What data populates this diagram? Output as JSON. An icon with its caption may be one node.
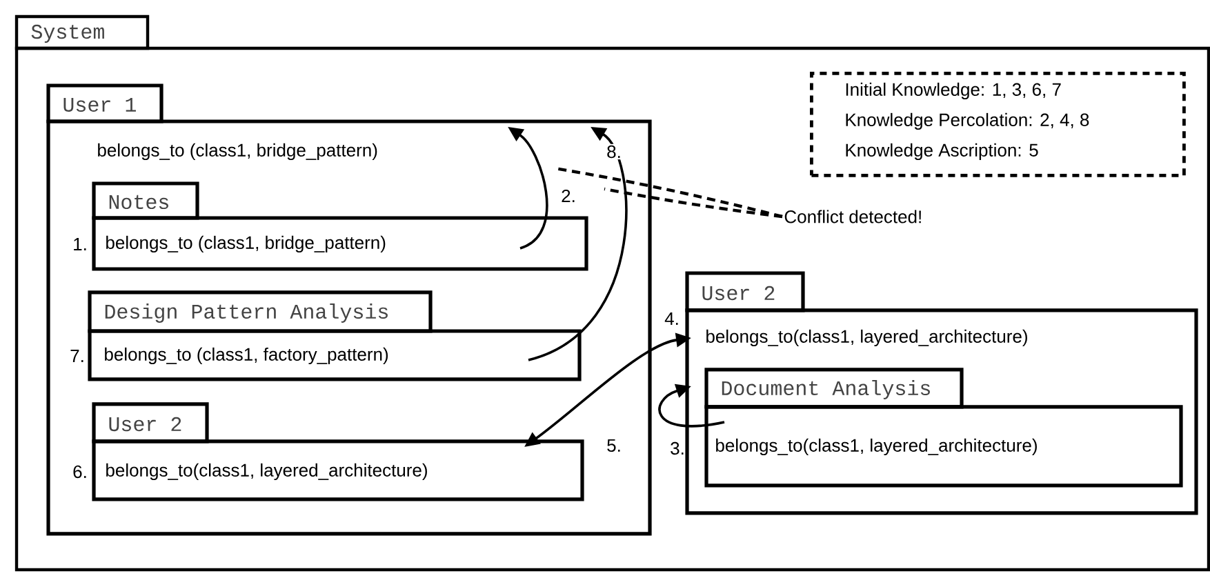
{
  "diagram": {
    "nodes": [
      {
        "text": [
          "System"
        ]
      },
      {
        "text": [
          "User 1",
          "belongs_to (class1, bridge_pattern)"
        ],
        "in": 0
      },
      {
        "text": [
          "Notes",
          "belongs_to (class1, bridge_pattern)"
        ],
        "in": 1,
        "beside": [
          "1."
        ]
      },
      {
        "text": [
          "Design Pattern Analysis",
          "belongs_to (class1, factory_pattern)"
        ],
        "in": 1,
        "beside": [
          "7."
        ]
      },
      {
        "text": [
          "User 2",
          "belongs_to(class1, layered_architecture)"
        ],
        "in": 1,
        "beside": [
          "6."
        ]
      },
      {
        "text": [
          "User 2",
          "belongs_to(class1, layered_architecture)"
        ],
        "in": 0,
        "beside": [
          "4."
        ]
      },
      {
        "text": [
          "Document Analysis",
          "belongs_to(class1, layered_architecture)"
        ],
        "in": 5,
        "beside": [
          "3."
        ]
      },
      {
        "text": [
          "Initial Knowledge: 1, 3, 6, 7",
          "Knowledge Percolation: 2, 4, 8",
          "Knowledge Ascription: 5"
        ],
        "in": 0
      },
      {
        "text": [
          "Conflict detected!"
        ],
        "in": 0
      }
    ],
    "edges": [
      {
        "from": 2,
        "to": 1,
        "arrow": "to",
        "label": "2."
      },
      {
        "from": 3,
        "to": 1,
        "arrow": "to",
        "label": "8."
      },
      {
        "from": 6,
        "to": 5,
        "arrow": "to"
      },
      {
        "from": 5,
        "to": 4,
        "arrow": "both",
        "label": "5."
      },
      {
        "from": 8,
        "to": 1,
        "arrow": "none",
        "style": "dashed"
      },
      {
        "from": 8,
        "to": 1,
        "arrow": "none",
        "style": "dashed"
      }
    ]
  }
}
